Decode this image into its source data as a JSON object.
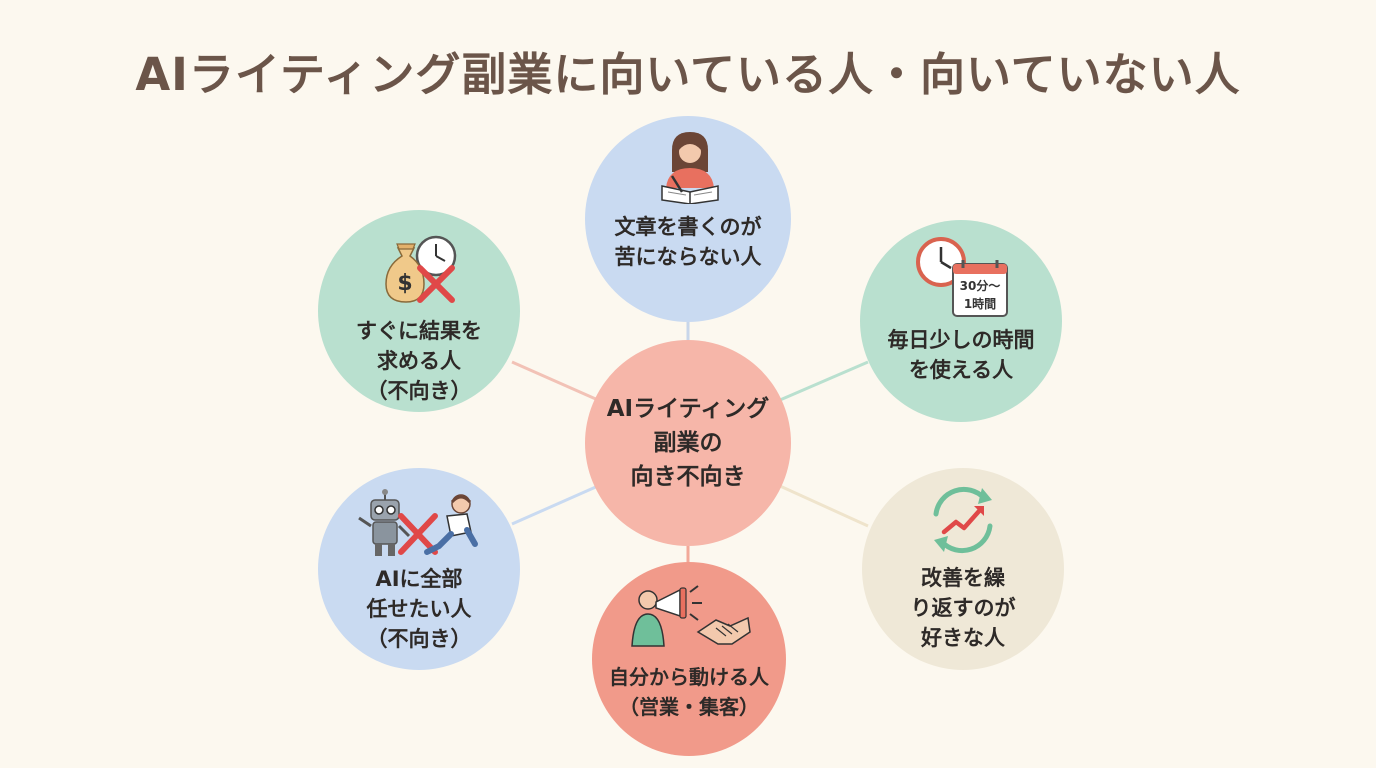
{
  "title": "AIライティング副業に向いている人・向いていない人",
  "center": {
    "label": "AIライティング\n副業の\n向き不向き"
  },
  "nodes": {
    "top": {
      "label": "文章を書くのが\n苦にならない人",
      "icon": "person-writing-icon"
    },
    "top_left": {
      "label": "すぐに結果を\n求める人\n（不向き）",
      "icon": "money-bag-clock-cross-icon"
    },
    "top_right": {
      "label": "毎日少しの時間\nを使える人",
      "icon": "clock-calendar-icon",
      "calendar_text_1": "30分〜",
      "calendar_text_2": "1時間"
    },
    "bottom_left": {
      "label": "AIに全部\n任せたい人\n（不向き）",
      "icon": "robot-cross-lazy-person-icon"
    },
    "bottom_right": {
      "label": "改善を繰\nり返すのが\n好きな人",
      "icon": "improvement-cycle-icon"
    },
    "bottom": {
      "label": "自分から動ける人\n（営業・集客）",
      "icon": "megaphone-handshake-icon"
    }
  },
  "colors": {
    "background": "#fcf8ef",
    "title": "#6b5549",
    "center": "#f6b6a9",
    "blue": "#c9daf1",
    "green": "#b9e0cf",
    "beige": "#efe8d7",
    "coral": "#f19a8a",
    "cross": "#e04848"
  }
}
